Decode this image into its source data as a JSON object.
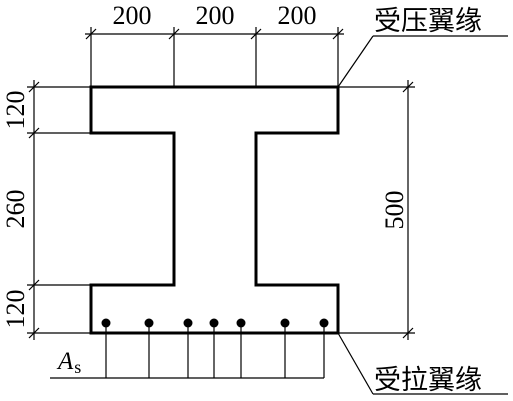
{
  "labels": {
    "compression_flange": "受压翼缘",
    "tension_flange": "受拉翼缘",
    "steel_symbol": "A",
    "steel_subscript": "s"
  },
  "dimensions": {
    "top_left": "200",
    "top_mid": "200",
    "top_right": "200",
    "left_top": "120",
    "left_mid": "260",
    "left_bottom": "120",
    "right_total": "500"
  },
  "rebar_count": 7
}
